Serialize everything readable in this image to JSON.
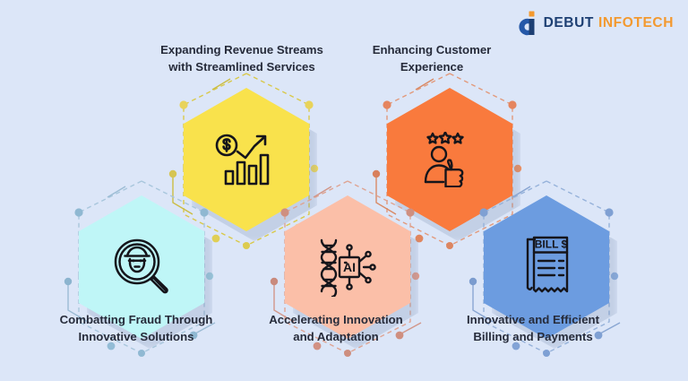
{
  "brand": {
    "logo_icon": "debut-infotech-logo-icon",
    "name_primary": "DEBUT",
    "name_secondary": "INFOTECH"
  },
  "background_color": "#dce6f8",
  "nodes": [
    {
      "id": "revenue",
      "caption_line1": "Expanding Revenue Streams",
      "caption_line2": "with Streamlined Services",
      "color": "#f9e24c",
      "color_dark": "#e8cf3d",
      "deco_color": "#d9c94a",
      "icon": "dollar-bar-chart-growth-icon"
    },
    {
      "id": "customer",
      "caption_line1": "Enhancing Customer",
      "caption_line2": "Experience",
      "color": "#f97a3d",
      "color_dark": "#ea6a2c",
      "deco_color": "#e38a62",
      "icon": "customer-thumbs-up-stars-icon"
    },
    {
      "id": "fraud",
      "caption_line1": "Combatting Fraud Through",
      "caption_line2": "Innovative Solutions",
      "color": "#bff6f7",
      "color_dark": "#a8ecef",
      "deco_color": "#96c4d6",
      "icon": "magnifier-fraudster-icon"
    },
    {
      "id": "ai",
      "caption_line1": "Accelerating Innovation",
      "caption_line2": "and Adaptation",
      "color": "#fbbfa8",
      "color_dark": "#f3ae96",
      "deco_color": "#d79e90",
      "icon": "dna-ai-chip-icon"
    },
    {
      "id": "billing",
      "caption_line1": "Innovative and Efficient",
      "caption_line2": "Billing and Payments",
      "color": "#6c9ce0",
      "color_dark": "#5a8bd4",
      "deco_color": "#7d9fd0",
      "icon": "bill-invoice-document-icon"
    }
  ],
  "icon_labels": {
    "ai_chip_text": "AI",
    "bill_text": "BILL $",
    "currency_symbol": "$"
  }
}
